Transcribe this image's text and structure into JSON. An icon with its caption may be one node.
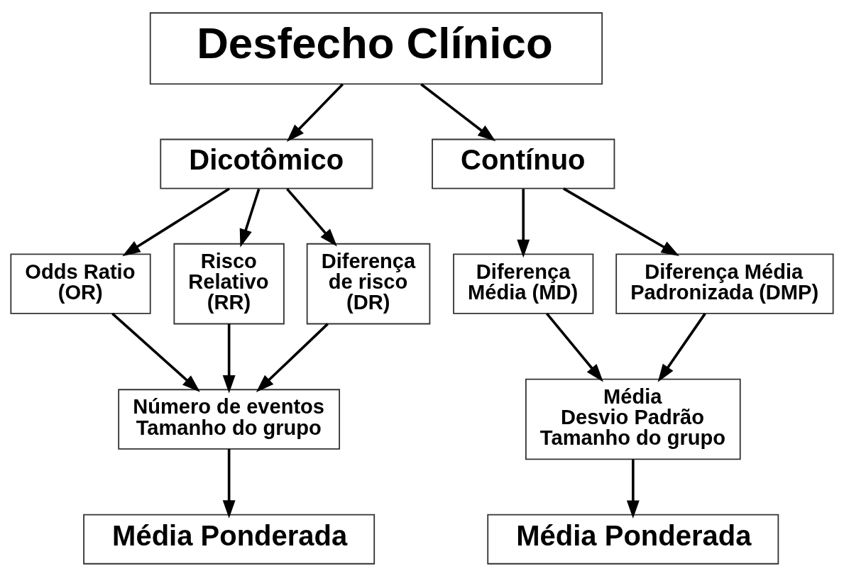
{
  "diagram": {
    "nodes": [
      {
        "text": [
          "Desfecho Clínico"
        ]
      },
      {
        "text": [
          "Dicotômico"
        ]
      },
      {
        "text": [
          "Contínuo"
        ]
      },
      {
        "text": [
          "Odds Ratio (OR)"
        ]
      },
      {
        "text": [
          "Risco Relativo (RR)"
        ]
      },
      {
        "text": [
          "Diferença de risco (DR)"
        ]
      },
      {
        "text": [
          "Diferença Média (MD)"
        ]
      },
      {
        "text": [
          "Diferença Média Padronizada (DMP)"
        ]
      },
      {
        "text": [
          "Número de eventos",
          "Tamanho do grupo"
        ]
      },
      {
        "text": [
          "Média Ponderada"
        ]
      },
      {
        "text": [
          "Média",
          "Desvio Padrão",
          "Tamanho do grupo"
        ]
      },
      {
        "text": [
          "Média Ponderada"
        ]
      }
    ],
    "edges": [
      {
        "from": 0,
        "to": 1,
        "arrow": "to"
      },
      {
        "from": 0,
        "to": 2,
        "arrow": "to"
      },
      {
        "from": 1,
        "to": 3,
        "arrow": "to"
      },
      {
        "from": 1,
        "to": 4,
        "arrow": "to"
      },
      {
        "from": 1,
        "to": 5,
        "arrow": "to"
      },
      {
        "from": 2,
        "to": 6,
        "arrow": "to"
      },
      {
        "from": 2,
        "to": 7,
        "arrow": "to"
      },
      {
        "from": 3,
        "to": 8,
        "arrow": "to"
      },
      {
        "from": 4,
        "to": 8,
        "arrow": "to"
      },
      {
        "from": 5,
        "to": 8,
        "arrow": "to"
      },
      {
        "from": 6,
        "to": 10,
        "arrow": "to"
      },
      {
        "from": 7,
        "to": 10,
        "arrow": "to"
      },
      {
        "from": 8,
        "to": 9,
        "arrow": "to"
      },
      {
        "from": 10,
        "to": 11,
        "arrow": "to"
      }
    ]
  }
}
